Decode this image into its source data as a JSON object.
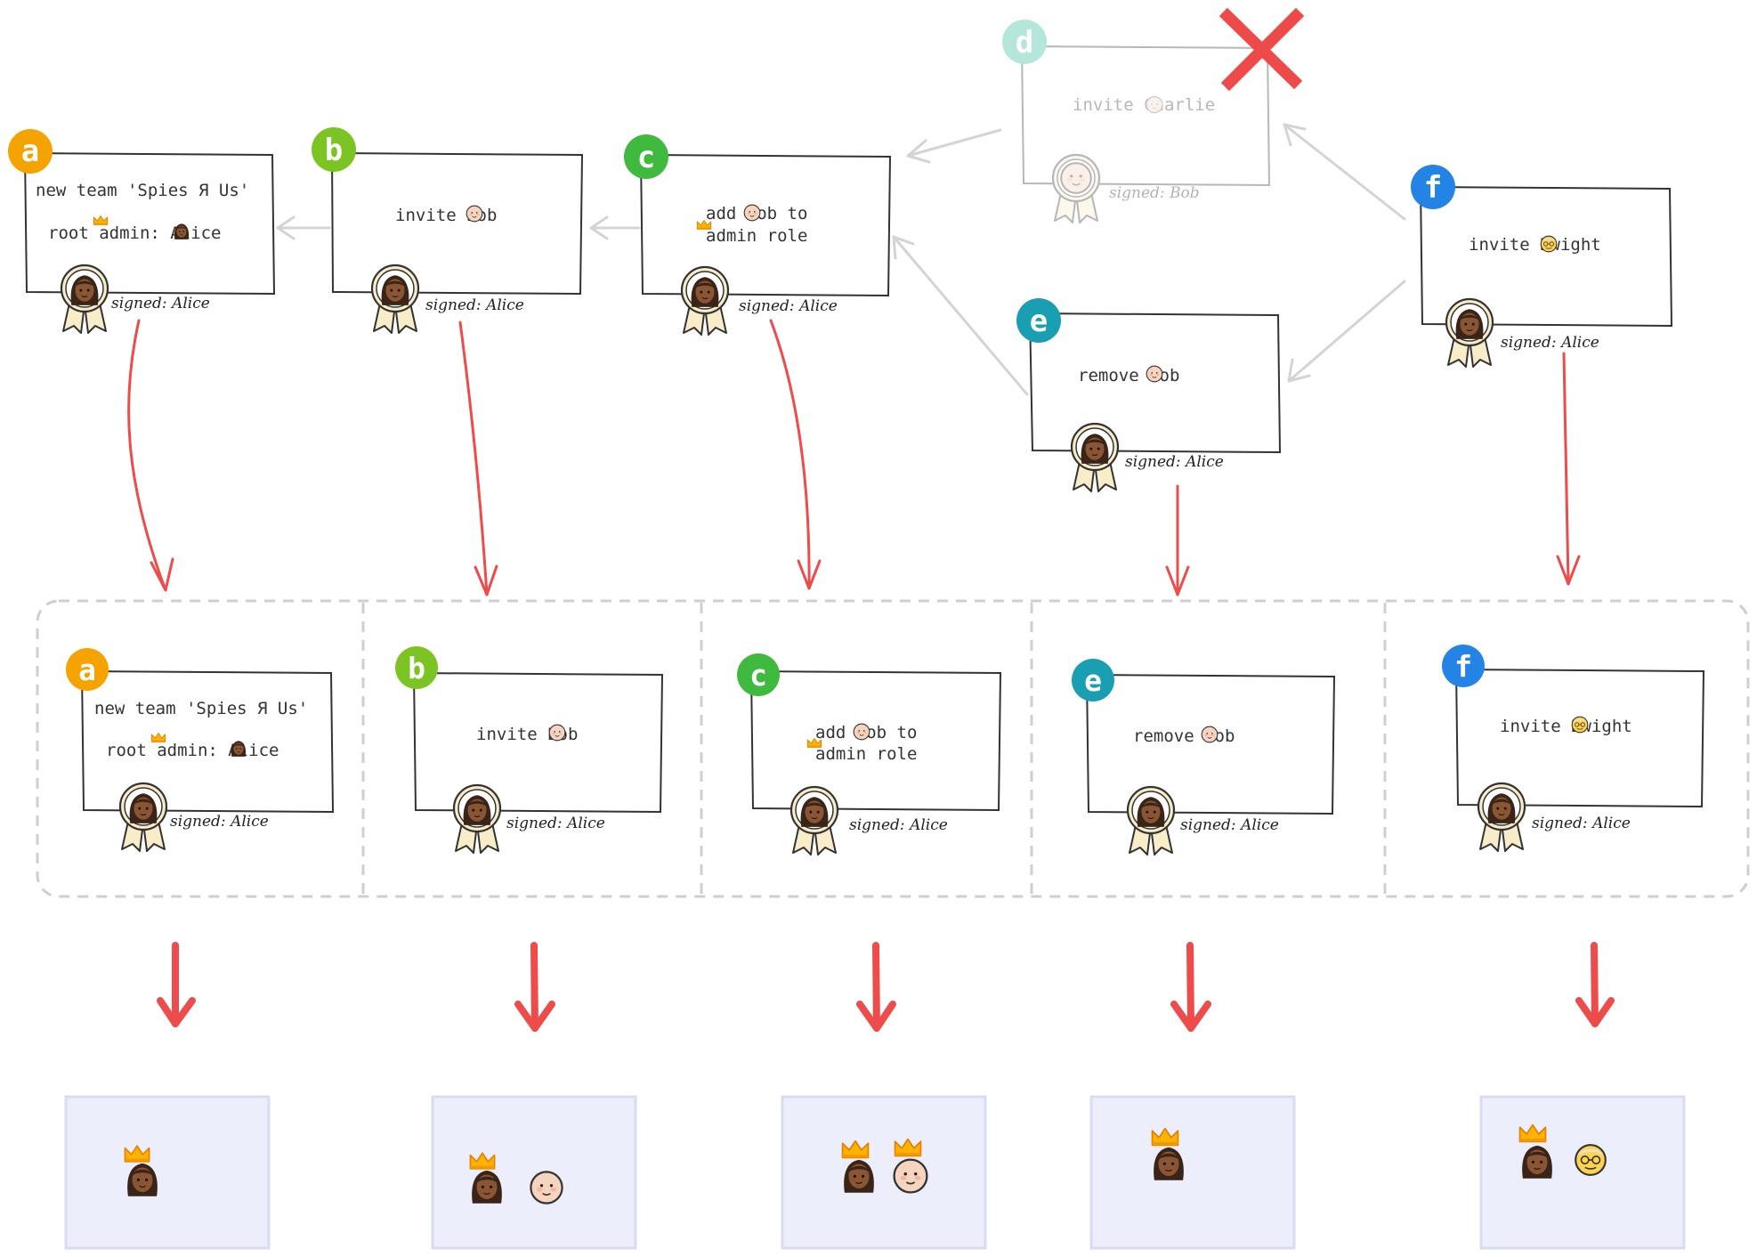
{
  "colors": {
    "a": "#f5a300",
    "b": "#7cc423",
    "c": "#3fba3f",
    "d": "#8ed9c9",
    "e": "#1a9fb2",
    "f": "#2484e6",
    "arrow_red": "#ee4b4b",
    "arrow_grey": "#d6d6d6",
    "reject_x": "#ef4a4a",
    "state_fill": "#eceefc",
    "state_stroke": "#d8dcf3",
    "dash": "#cccccc"
  },
  "top_blocks": {
    "a": {
      "badge": "a",
      "line1": "new team 'Spies Я Us'",
      "line2": "root admin:  Alice",
      "signed": "signed: Alice"
    },
    "b": {
      "badge": "b",
      "line1": "invite  Bob",
      "signed": "signed: Alice"
    },
    "c": {
      "badge": "c",
      "line1": "add  Bob to",
      "line2": "admin role",
      "signed": "signed: Alice"
    },
    "d": {
      "badge": "d",
      "line1": "invite  Charlie",
      "signed": "signed: Bob",
      "rejected": true
    },
    "e": {
      "badge": "e",
      "line1": "remove  Bob",
      "signed": "signed: Alice"
    },
    "f": {
      "badge": "f",
      "line1": "invite  Dwight",
      "signed": "signed: Alice"
    }
  },
  "sequence": [
    {
      "badge": "a",
      "line1": "new team 'Spies Я Us'",
      "line2": "root admin:  Alice",
      "signed": "signed: Alice"
    },
    {
      "badge": "b",
      "line1": "invite  Bob",
      "signed": "signed: Alice"
    },
    {
      "badge": "c",
      "line1": "add  Bob to",
      "line2": "admin role",
      "signed": "signed: Alice"
    },
    {
      "badge": "e",
      "line1": "remove  Bob",
      "signed": "signed: Alice"
    },
    {
      "badge": "f",
      "line1": "invite  Dwight",
      "signed": "signed: Alice"
    }
  ],
  "states": [
    {
      "members": [
        "alice-admin"
      ]
    },
    {
      "members": [
        "alice-admin",
        "bob"
      ]
    },
    {
      "members": [
        "alice-admin",
        "bob-admin"
      ]
    },
    {
      "members": [
        "alice-admin"
      ]
    },
    {
      "members": [
        "alice-admin",
        "dwight"
      ]
    }
  ],
  "icons": {
    "alice": "alice-avatar-icon",
    "bob": "bob-face-icon",
    "charlie": "charlie-face-icon",
    "dwight": "dwight-face-icon",
    "crown": "crown-icon",
    "seal": "rosette-seal-icon",
    "reject": "reject-x-icon"
  }
}
